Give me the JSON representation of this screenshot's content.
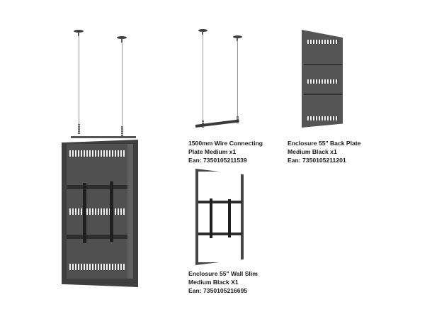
{
  "products": [
    {
      "id": "wire-connecting-plate",
      "lines": [
        "1500mm Wire Connecting",
        "Plate Medium x1",
        "Ean: 7350105211539"
      ]
    },
    {
      "id": "back-plate",
      "lines": [
        "Enclosure 55\" Back Plate",
        "Medium Black x1",
        "Ean: 7350105211201"
      ]
    },
    {
      "id": "wall-slim",
      "lines": [
        "Enclosure 55\" Wall Slim",
        "Medium Black X1",
        "Ean: 7350105216695"
      ]
    }
  ],
  "colors": {
    "background": "#ffffff",
    "metal": "#4b4b4b",
    "metal_dark": "#2e2e2e",
    "text": "#1a1a1a"
  }
}
